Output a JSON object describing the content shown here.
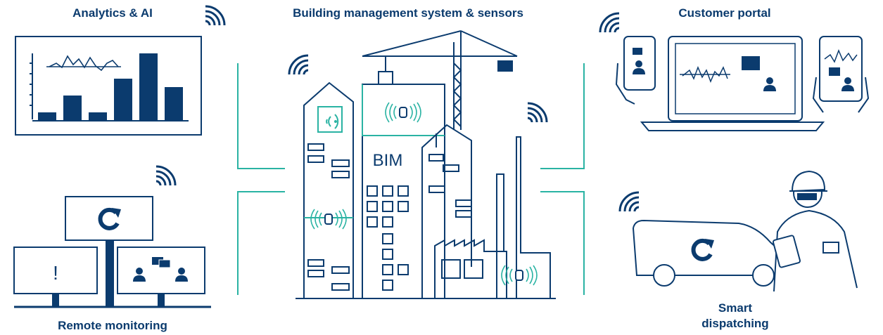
{
  "colors": {
    "navy": "#0b3b6e",
    "teal": "#2ab3a3",
    "white": "#ffffff"
  },
  "labels": {
    "analytics": "Analytics & AI",
    "bms": "Building management system & sensors",
    "customer_portal": "Customer portal",
    "remote_monitoring": "Remote monitoring",
    "smart_dispatching_line1": "Smart",
    "smart_dispatching_line2": "dispatching",
    "bim": "BIM",
    "alert_mark": "!"
  },
  "icons": {
    "wifi": "wifi-signal-icon",
    "refresh": "refresh-icon",
    "users": "users-chat-icon",
    "user": "user-chat-icon",
    "sensor": "sensor-icon",
    "nfc": "nfc-tag-icon"
  },
  "analytics_chart": {
    "type": "bar",
    "values": [
      1,
      3,
      1,
      5,
      8,
      4
    ]
  }
}
